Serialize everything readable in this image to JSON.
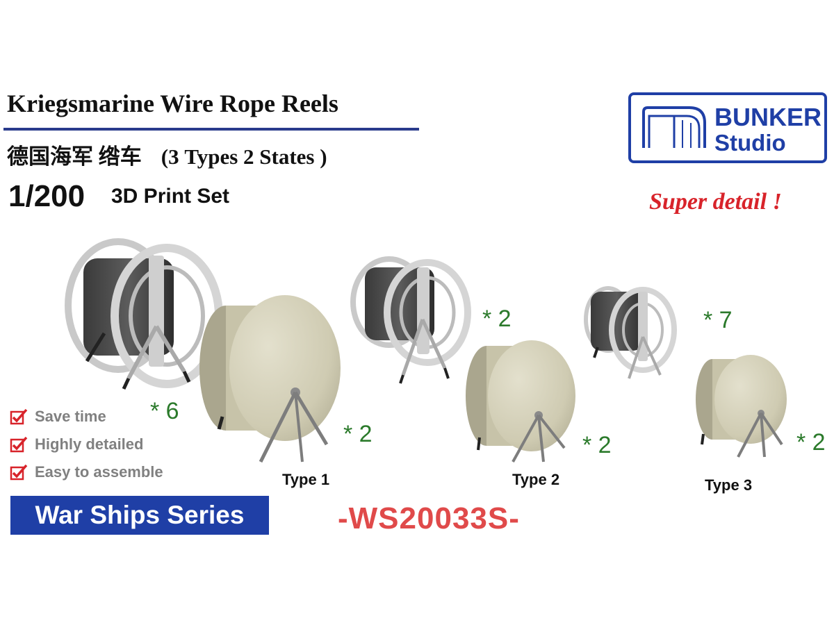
{
  "header": {
    "title": "Kriegsmarine Wire Rope Reels",
    "subtitle_cn": "德国海军 绺车",
    "subtitle_types": "(3 Types 2 States )",
    "scale": "1/200",
    "set_name": "3D Print Set"
  },
  "logo": {
    "line1": "BUNKER",
    "line2": "Studio"
  },
  "tagline": "Super detail !",
  "products": [
    {
      "type_label": "Type 1",
      "qty_open": "* 6",
      "qty_covered": "* 2"
    },
    {
      "type_label": "Type 2",
      "qty_open": "* 2",
      "qty_covered": "* 2"
    },
    {
      "type_label": "Type 3",
      "qty_open": "* 7",
      "qty_covered": "* 2"
    }
  ],
  "features": [
    "Save time",
    "Highly detailed",
    "Easy to assemble"
  ],
  "series": "War Ships Series",
  "product_code": "-WS20033S-",
  "colors": {
    "brand_blue": "#1f3fa6",
    "accent_red": "#d8232a",
    "qty_green": "#2b7a2b",
    "rule_blue": "#2a3b8c"
  }
}
